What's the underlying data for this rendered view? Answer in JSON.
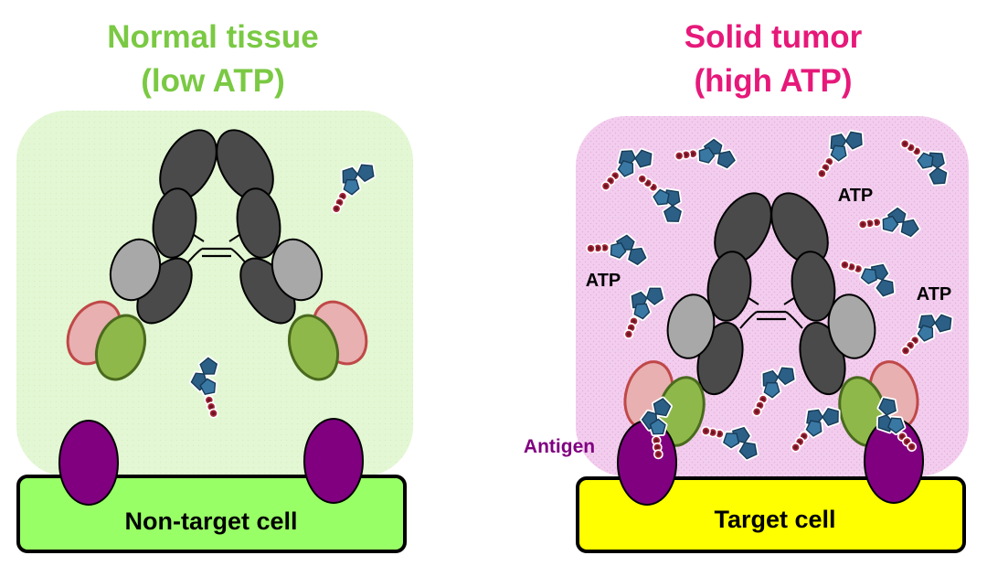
{
  "colors": {
    "normal_title": "#7ac943",
    "tumor_title": "#e6197a",
    "antigen": "#800080",
    "normal_bg": "#e3f7d4",
    "tumor_bg": "#f3cdee",
    "non_target_cell": "#99ff66",
    "target_cell": "#ffff00",
    "heavy_chain": "#4a4a4a",
    "light_constant": "#a8a8a8",
    "vh_domain": "#e8b0b0",
    "vl_domain": "#8fb84a",
    "atp_base": "#2c5f86",
    "atp_phosphate": "#a8283c"
  },
  "left_panel": {
    "title_line1": "Normal tissue",
    "title_line2": "(low ATP)",
    "cell_label": "Non-target cell"
  },
  "right_panel": {
    "title_line1": "Solid tumor",
    "title_line2": "(high ATP)",
    "cell_label": "Target cell",
    "atp_labels": [
      "ATP",
      "ATP",
      "ATP"
    ],
    "antigen_label": "Antigen"
  },
  "icons": {
    "antibody": "y-shaped-antibody-icon",
    "atp": "atp-molecule-icon",
    "antigen": "antigen-ellipse"
  }
}
